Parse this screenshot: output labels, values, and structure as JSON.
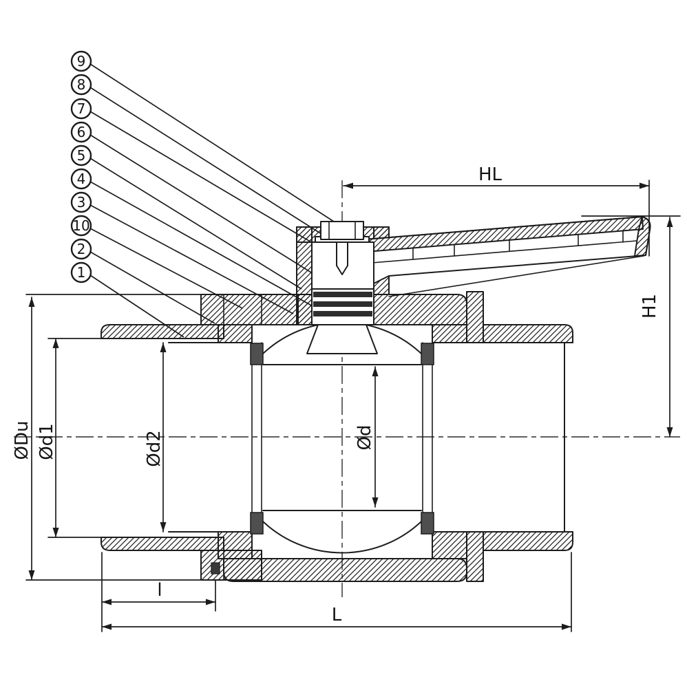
{
  "callouts": [
    {
      "label": "9"
    },
    {
      "label": "8"
    },
    {
      "label": "7"
    },
    {
      "label": "6"
    },
    {
      "label": "5"
    },
    {
      "label": "4"
    },
    {
      "label": "3"
    },
    {
      "label": "10"
    },
    {
      "label": "2"
    },
    {
      "label": "1"
    }
  ],
  "dimensions": {
    "hl": "HL",
    "h1": "H1",
    "du": "ØDu",
    "d1": "Ød1",
    "d2": "Ød2",
    "d": "Ød",
    "l_small": "l",
    "l_big": "L"
  },
  "colors": {
    "ink": "#1c1c1c",
    "background": "#ffffff",
    "seat": "#4f4f4f",
    "packing": "#2e2e2e"
  }
}
